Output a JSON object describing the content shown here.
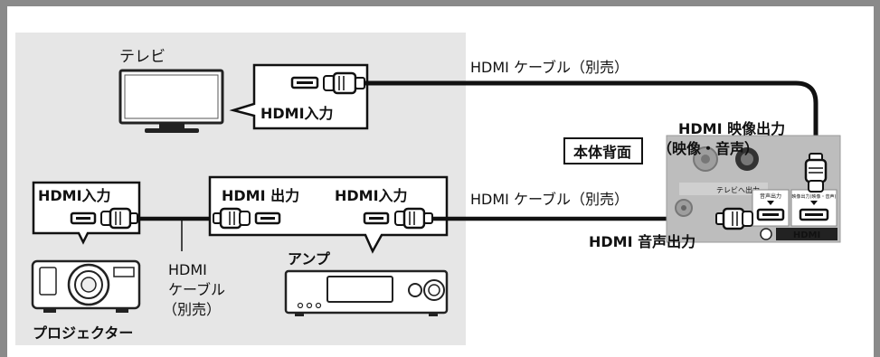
{
  "labels": {
    "tv": "テレビ",
    "tv_input": "HDMI入力",
    "cable_top": "HDMI ケーブル（別売）",
    "cable_middle": "HDMI ケーブル（別売）",
    "projector_input": "HDMI入力",
    "amp_output": "HDMI 出力",
    "amp_input": "HDMI入力",
    "amp": "アンプ",
    "projector": "プロジェクター",
    "cable_left_line1": "HDMI",
    "cable_left_line2": "ケーブル",
    "cable_left_line3": "（別売）",
    "rear_panel": "本体背面",
    "video_out_line1": "HDMI 映像出力",
    "video_out_line2": "（映像・音声）",
    "audio_out": "HDMI 音声出力",
    "port_audio": "音声出力",
    "port_video": "映像出力(映像・音声)",
    "panel_tv_out": "テレビへ出力",
    "hdmi_logo": "HDMI"
  },
  "colors": {
    "frame": "#8a8a8a",
    "area": "#e6e6e6",
    "panel": "#bdbdbd",
    "cable": "#111111"
  }
}
